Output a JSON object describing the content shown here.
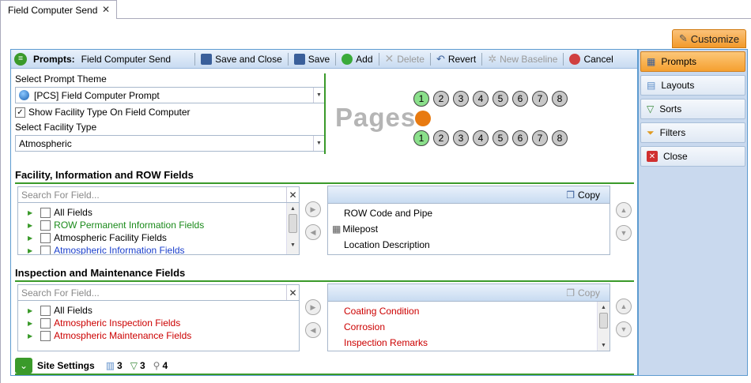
{
  "doc_tab": {
    "title": "Field Computer Send",
    "close": "✕"
  },
  "customize": {
    "label": "Customize"
  },
  "toolbar": {
    "prompts_label": "Prompts:",
    "prompt_name": "Field Computer Send",
    "save_close": "Save and Close",
    "save": "Save",
    "add": "Add",
    "delete": "Delete",
    "revert": "Revert",
    "new_baseline": "New Baseline",
    "cancel": "Cancel"
  },
  "theme": {
    "label": "Select Prompt Theme",
    "value": "[PCS] Field Computer Prompt",
    "show_facility_label": "Show Facility Type On Field Computer",
    "show_facility_checked": true,
    "facility_label": "Select Facility Type",
    "facility_value": "Atmospheric"
  },
  "pages": {
    "label": "Pages",
    "row1": [
      "1",
      "2",
      "3",
      "4",
      "5",
      "6",
      "7",
      "8"
    ],
    "row2": [
      "1",
      "2",
      "3",
      "4",
      "5",
      "6",
      "7",
      "8"
    ],
    "active": "1"
  },
  "section1": {
    "title": "Facility, Information and ROW Fields",
    "search_placeholder": "Search For Field...",
    "tree": [
      {
        "label": "All Fields",
        "color": "#000000"
      },
      {
        "label": "ROW Permanent Information Fields",
        "color": "#1a8a1a"
      },
      {
        "label": "Atmospheric Facility Fields",
        "color": "#000000"
      },
      {
        "label": "Atmospheric Information Fields",
        "color": "#1a3fcc"
      }
    ],
    "copy_label": "Copy",
    "selected": [
      {
        "label": "ROW Code and Pipe"
      },
      {
        "label": "Milepost"
      },
      {
        "label": "Location Description"
      }
    ]
  },
  "section2": {
    "title": "Inspection and Maintenance Fields",
    "search_placeholder": "Search For Field...",
    "tree": [
      {
        "label": "All Fields",
        "color": "#000000"
      },
      {
        "label": "Atmospheric Inspection Fields",
        "color": "#cc0000"
      },
      {
        "label": "Atmospheric Maintenance Fields",
        "color": "#cc0000"
      }
    ],
    "copy_label": "Copy",
    "selected": [
      {
        "label": "Coating Condition"
      },
      {
        "label": "Corrosion"
      },
      {
        "label": "Inspection Remarks"
      }
    ]
  },
  "site": {
    "label": "Site Settings",
    "layouts_count": "3",
    "sorts_count": "3",
    "filters_count": "4"
  },
  "sidebar": {
    "items": [
      {
        "label": "Prompts",
        "icon": "prompts-icon"
      },
      {
        "label": "Layouts",
        "icon": "layouts-icon"
      },
      {
        "label": "Sorts",
        "icon": "sorts-icon"
      },
      {
        "label": "Filters",
        "icon": "filters-icon"
      },
      {
        "label": "Close",
        "icon": "close-icon"
      }
    ]
  }
}
